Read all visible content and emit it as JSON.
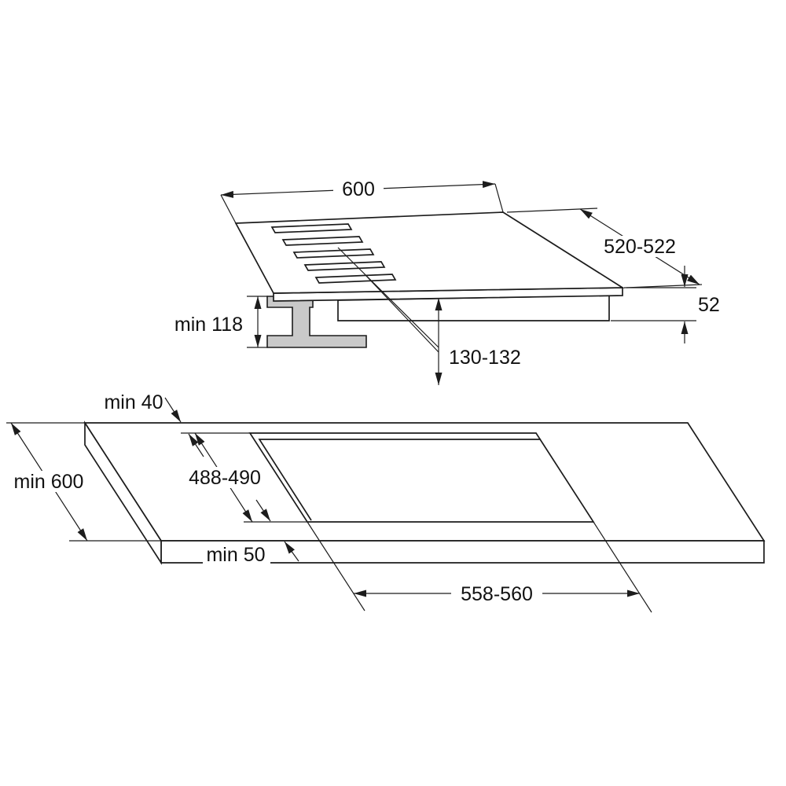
{
  "hob": {
    "width": "600",
    "depth": "520-522",
    "height": "52",
    "clearance_below": "min 118",
    "burner_zone": "130-132"
  },
  "worktop": {
    "rear_gap": "min 40",
    "depth": "min 600",
    "cutout_depth": "488-490",
    "front_gap": "min 50",
    "cutout_width": "558-560"
  },
  "colors": {
    "line": "#1c1c1c",
    "bracket_fill": "#c9c9c9",
    "background": "#ffffff"
  }
}
